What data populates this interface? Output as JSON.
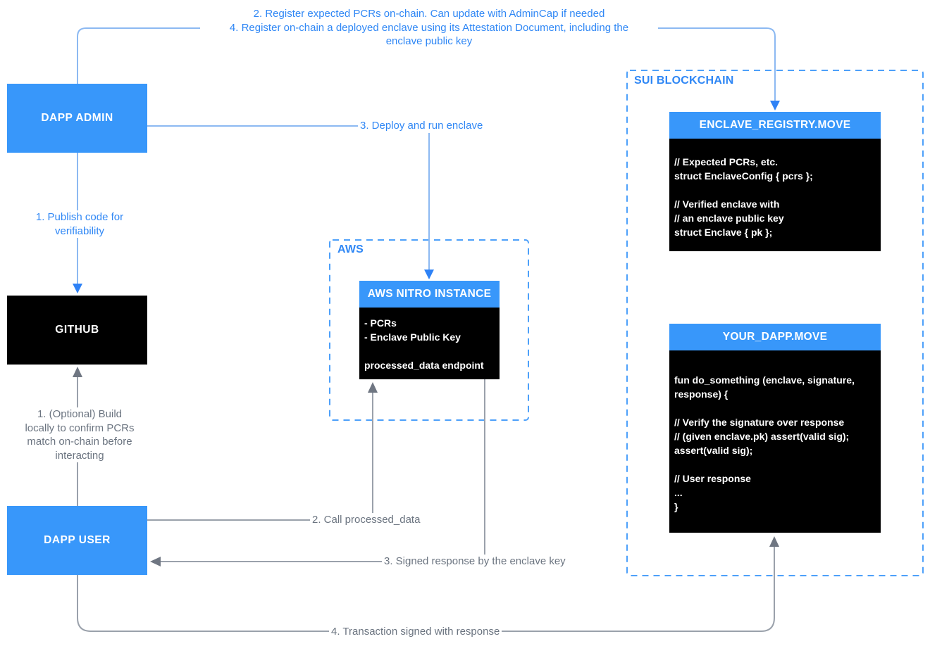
{
  "colors": {
    "node_blue": "#3897FA",
    "node_black": "#000000",
    "label_blue": "#2F87F5",
    "label_gray": "#6B7480",
    "connector_blue": "#8CB9F2",
    "connector_gray": "#9AA1AB",
    "arrowhead_blue": "#2E82F6",
    "arrowhead_gray": "#6F7682",
    "dashed_border_blue": "#4DA0FA"
  },
  "annotations": {
    "register_on_chain": "2. Register expected PCRs on-chain. Can update with AdminCap if needed\n4. Register on-chain a deployed enclave using its Attestation Document, including the\nenclave public key",
    "publish_code": "1. Publish code for\nverifiability",
    "deploy_enclave": "3. Deploy and run enclave",
    "optional_build": "1. (Optional) Build\nlocally to confirm PCRs\nmatch on-chain before\ninteracting",
    "call_processed_data": "2. Call processed_data",
    "signed_response": "3. Signed response by the enclave key",
    "transaction_signed": "4. Transaction signed with response"
  },
  "groups": {
    "aws": {
      "label": "AWS"
    },
    "sui": {
      "label": "SUI BLOCKCHAIN"
    }
  },
  "nodes": {
    "dapp_admin": {
      "label": "DAPP ADMIN"
    },
    "github": {
      "label": "GITHUB"
    },
    "dapp_user": {
      "label": "DAPP USER"
    },
    "aws_nitro": {
      "title": "AWS NITRO INSTANCE",
      "body": "- PCRs\n- Enclave Public Key\n\nprocessed_data endpoint"
    },
    "enclave_registry": {
      "title": "ENCLAVE_REGISTRY.MOVE",
      "body": "// Expected PCRs, etc.\nstruct EnclaveConfig { pcrs };\n\n// Verified enclave with\n// an enclave public key\nstruct Enclave { pk };"
    },
    "your_dapp": {
      "title": "YOUR_DAPP.MOVE",
      "body": "fun do_something (enclave, signature,\nresponse) {\n\n// Verify the signature over response\n// (given enclave.pk) assert(valid sig);\nassert(valid sig);\n\n// User response\n...\n}"
    }
  }
}
